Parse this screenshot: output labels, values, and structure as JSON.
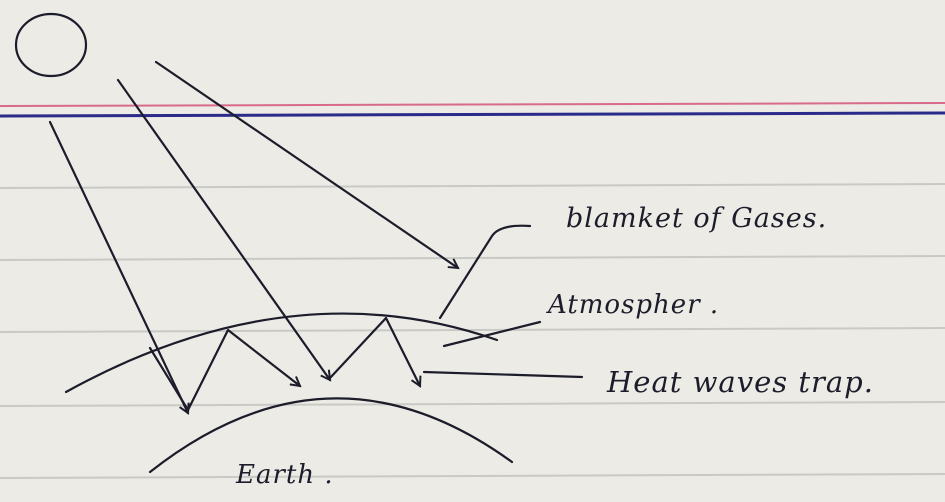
{
  "diagram": {
    "labels": {
      "blanket": "blamket of Gases.",
      "atmosphere": "Atmospher .",
      "heat": "Heat waves trap.",
      "earth": "Earth ."
    },
    "colors": {
      "paper": "#ecebe6",
      "rule_line": "#c9c9c6",
      "margin_blue": "#2a2a8a",
      "margin_red": "#d86a8a",
      "ink": "#1c1c2a"
    }
  }
}
